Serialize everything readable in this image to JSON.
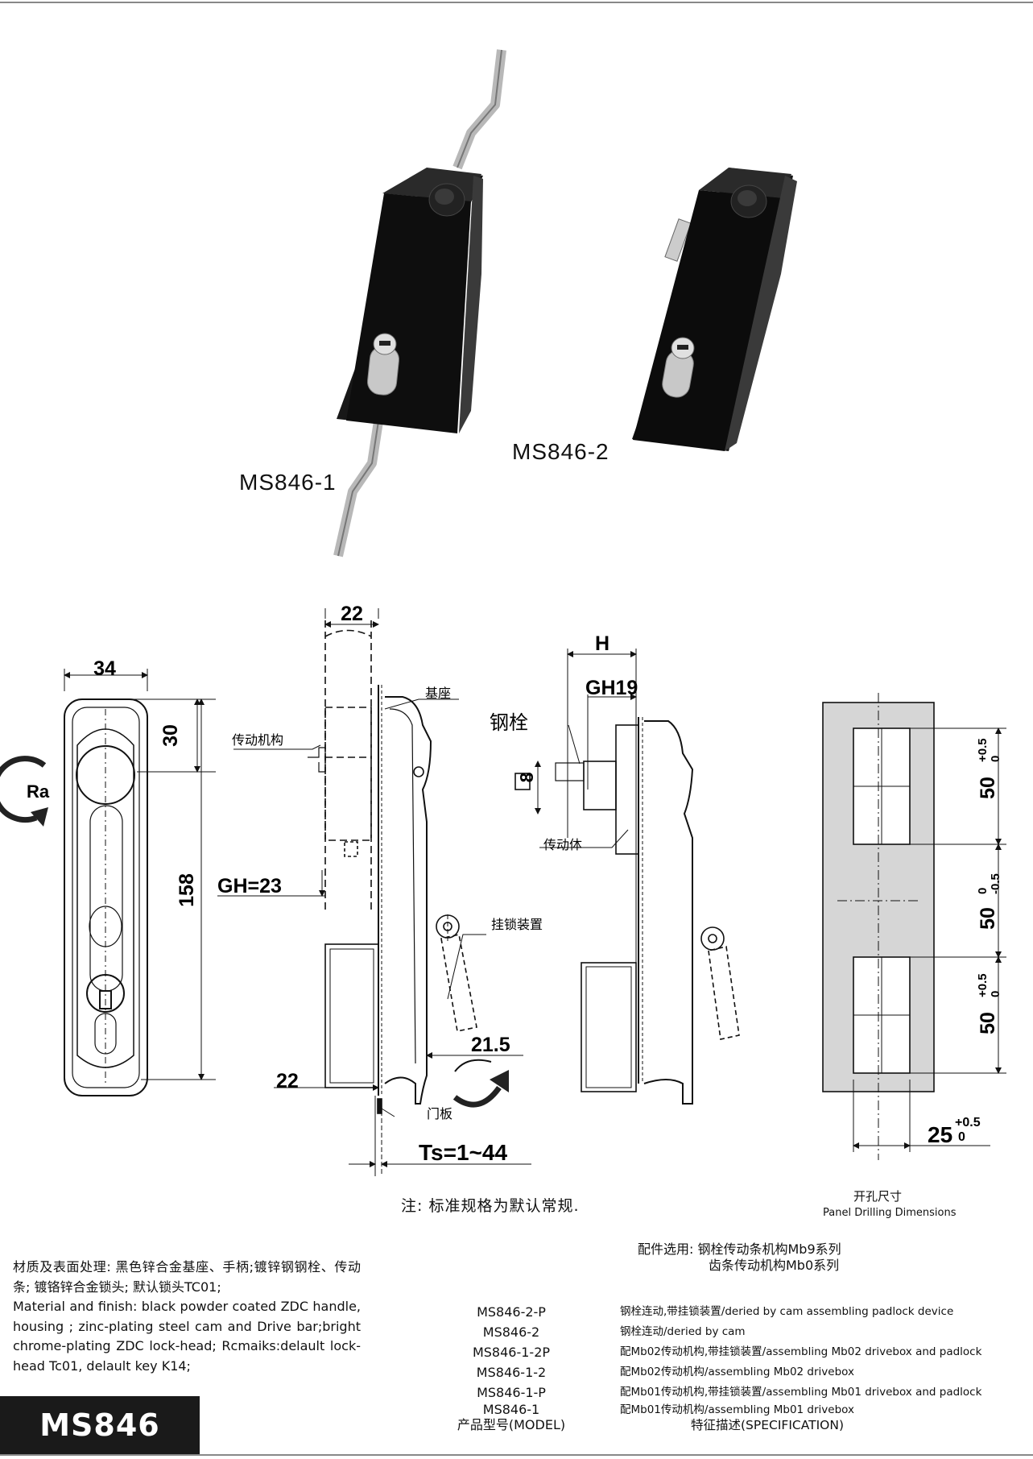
{
  "photos": {
    "label_left": "MS846-1",
    "label_right": "MS846-2"
  },
  "drawing": {
    "dim_34": "34",
    "dim_30": "30",
    "dim_158": "158",
    "rotation_label": "Ra",
    "dim_22_top": "22",
    "label_base": "基座",
    "label_drive_mechanism": "传动机构",
    "label_gh23": "GH=23",
    "label_padlock_device": "挂锁装置",
    "dim_21_5": "21.5",
    "dim_22_bottom": "22",
    "label_door_panel": "门板",
    "label_ts": "Ts=1~44",
    "dim_h": "H",
    "label_gh19": "GH19",
    "label_steel_bolt": "钢栓",
    "dim_8": "8",
    "label_drive_body": "传动体",
    "panel_dim_50a": "50",
    "panel_dim_50a_tol_upper": "+0.5",
    "panel_dim_50a_tol_lower": "0",
    "panel_dim_50b": "50",
    "panel_dim_50b_tol_upper": "0",
    "panel_dim_50b_tol_lower": "-0.5",
    "panel_dim_50c": "50",
    "panel_dim_50c_tol_upper": "+0.5",
    "panel_dim_50c_tol_lower": "0",
    "panel_dim_25": "25",
    "panel_dim_25_tol_upper": "+0.5",
    "panel_dim_25_tol_lower": "0"
  },
  "note": "注:  标准规格为默认常规.",
  "panel_caption_cn": "开孔尺寸",
  "panel_caption_en": "Panel Drilling Dimensions",
  "material": {
    "cn": "材质及表面处理:  黑色锌合金基座、手柄;镀锌钢钢栓、传动条; 镀铬锌合金锁头; 默认锁头TC01;",
    "en": "Material and finish:   black powder coated ZDC handle, housing ;  zinc-plating steel cam and Drive bar;bright chrome-plating ZDC lock-head; Rcmaiks:delault lock-head Tc01, delault key K14;"
  },
  "accessories": {
    "line1": "配件选用:  钢栓传动条机构Mb9系列",
    "line2": "齿条传动机构Mb0系列"
  },
  "models": [
    {
      "model": "MS846-2-P",
      "spec": "钢栓连动,带挂锁装置/deried by cam assembling padlock device"
    },
    {
      "model": "MS846-2",
      "spec": "钢栓连动/deried by cam"
    },
    {
      "model": "MS846-1-2P",
      "spec": "配Mb02传动机构,带挂锁装置/assembling Mb02 drivebox and padlock"
    },
    {
      "model": "MS846-1-2",
      "spec": "配Mb02传动机构/assembling Mb02 drivebox"
    },
    {
      "model": "MS846-1-P",
      "spec": "配Mb01传动机构,带挂锁装置/assembling Mb01 drivebox and padlock"
    },
    {
      "model": "MS846-1",
      "spec": "配Mb01传动机构/assembling Mb01 drivebox"
    }
  ],
  "table_headers": {
    "model": "产品型号(MODEL)",
    "spec": "特征描述(SPECIFICATION)"
  },
  "badge": "MS846"
}
